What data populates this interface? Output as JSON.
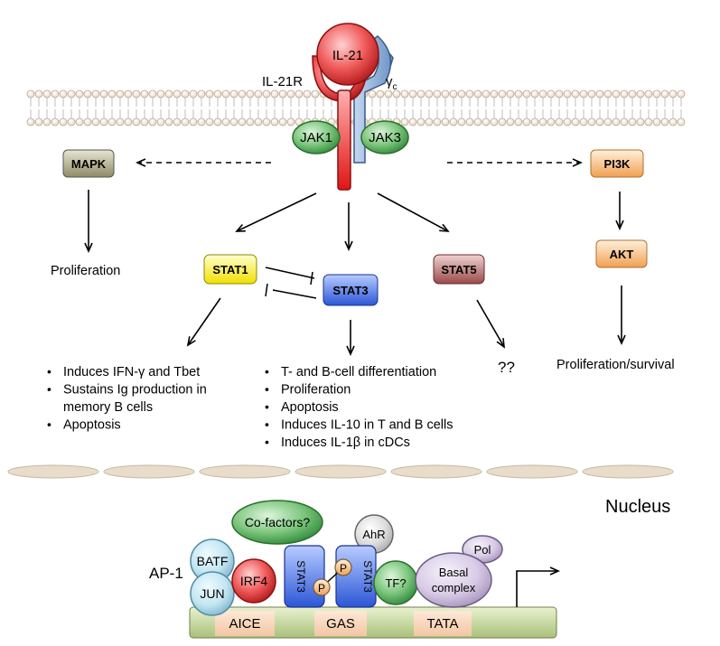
{
  "receptor": {
    "ligand": "IL-21",
    "receptor_label": "IL-21R",
    "gamma_c_symbol": "γ",
    "gamma_c_subscript": "c",
    "jak1": "JAK1",
    "jak3": "JAK3"
  },
  "nodes": {
    "mapk": "MAPK",
    "pi3k": "PI3K",
    "akt": "AKT",
    "stat1": "STAT1",
    "stat3": "STAT3",
    "stat5": "STAT5"
  },
  "outcomes": {
    "mapk": "Proliferation",
    "akt": "Proliferation/survival",
    "stat5": "??",
    "stat1_items": [
      [
        "Induces IFN-γ and Tbet"
      ],
      [
        "Sustains Ig production in",
        "memory B cells"
      ],
      [
        "Apoptosis"
      ]
    ],
    "stat3_items": [
      [
        "T- and B-cell differentiation"
      ],
      [
        "Proliferation"
      ],
      [
        "Apoptosis"
      ],
      [
        "Induces IL-10 in T and B cells"
      ],
      [
        "Induces IL-1β in cDCs"
      ]
    ]
  },
  "bullet": "•",
  "nucleus": {
    "title": "Nucleus",
    "cofactors": "Co-factors?",
    "ahr": "AhR",
    "pol": "Pol",
    "ap1": "AP-1",
    "batf": "BATF",
    "jun": "JUN",
    "irf4": "IRF4",
    "stat3_left": "STAT3",
    "stat3_right": "STAT3",
    "phospho": "P",
    "tf": "TF?",
    "basal_line1": "Basal",
    "basal_line2": "complex",
    "aice": "AICE",
    "gas": "GAS",
    "tata": "TATA"
  },
  "colors": {
    "red_text": "#d91a1a",
    "membrane": "#e8dccb"
  }
}
